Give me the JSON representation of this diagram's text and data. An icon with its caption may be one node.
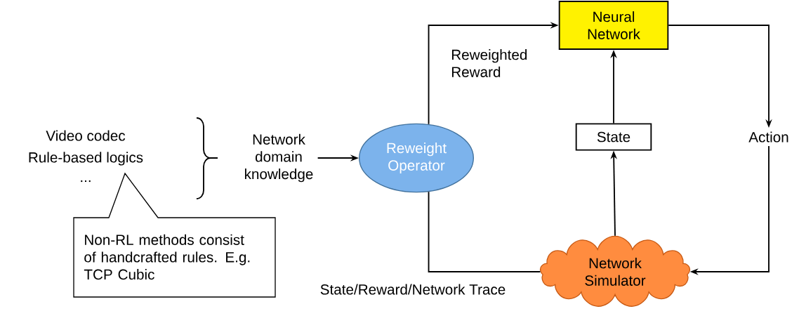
{
  "diagram": {
    "nodes": [
      {
        "text": [
          "Network domain knowledge"
        ]
      },
      {
        "text": [
          "Reweight Operator"
        ]
      },
      {
        "text": [
          "Neural Network"
        ]
      },
      {
        "text": [
          "State"
        ]
      },
      {
        "text": [
          "Action"
        ]
      },
      {
        "text": [
          "Network Simulator"
        ]
      },
      {
        "text": [
          "Non-RL methods consist of handcrafted rules. E.g. TCP Cubic"
        ]
      }
    ],
    "edges": [
      {
        "from": 0,
        "to": 1,
        "arrow": "to"
      },
      {
        "from": 1,
        "to": 2,
        "arrow": "to",
        "label": "Reweighted Reward"
      },
      {
        "from": 3,
        "to": 2,
        "arrow": "to"
      },
      {
        "from": 5,
        "to": 3,
        "arrow": "to"
      },
      {
        "from": 2,
        "to": 4,
        "arrow": "to"
      },
      {
        "from": 4,
        "to": 5,
        "arrow": "to"
      },
      {
        "from": 5,
        "to": 1,
        "arrow": "none",
        "label": "State/Reward/Network Trace"
      }
    ],
    "labels": [
      "Video codec",
      "Rule-based logics",
      "..."
    ]
  }
}
